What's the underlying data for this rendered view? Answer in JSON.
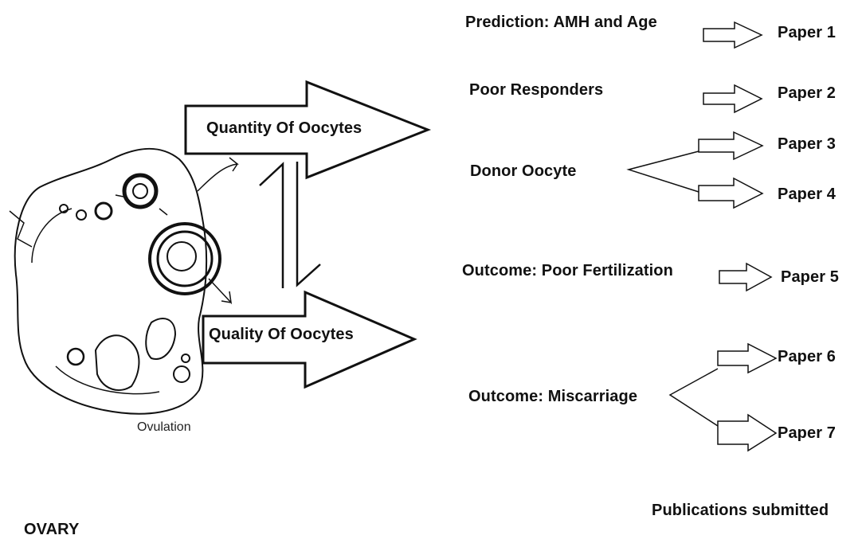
{
  "ovary": {
    "caption": "Ovulation",
    "title": "OVARY"
  },
  "big_arrows": {
    "quantity_label": "Quantity Of Oocytes",
    "quality_label": "Quality Of Oocytes"
  },
  "topics": [
    {
      "label": "Prediction: AMH and Age"
    },
    {
      "label": "Poor Responders"
    },
    {
      "label": "Donor Oocyte"
    },
    {
      "label": "Outcome: Poor Fertilization"
    },
    {
      "label": "Outcome:  Miscarriage"
    }
  ],
  "papers": [
    {
      "label": "Paper 1"
    },
    {
      "label": "Paper 2"
    },
    {
      "label": "Paper 3"
    },
    {
      "label": "Paper 4"
    },
    {
      "label": "Paper 5"
    },
    {
      "label": "Paper 6"
    },
    {
      "label": "Paper 7"
    }
  ],
  "footer": {
    "publications": "Publications submitted"
  }
}
